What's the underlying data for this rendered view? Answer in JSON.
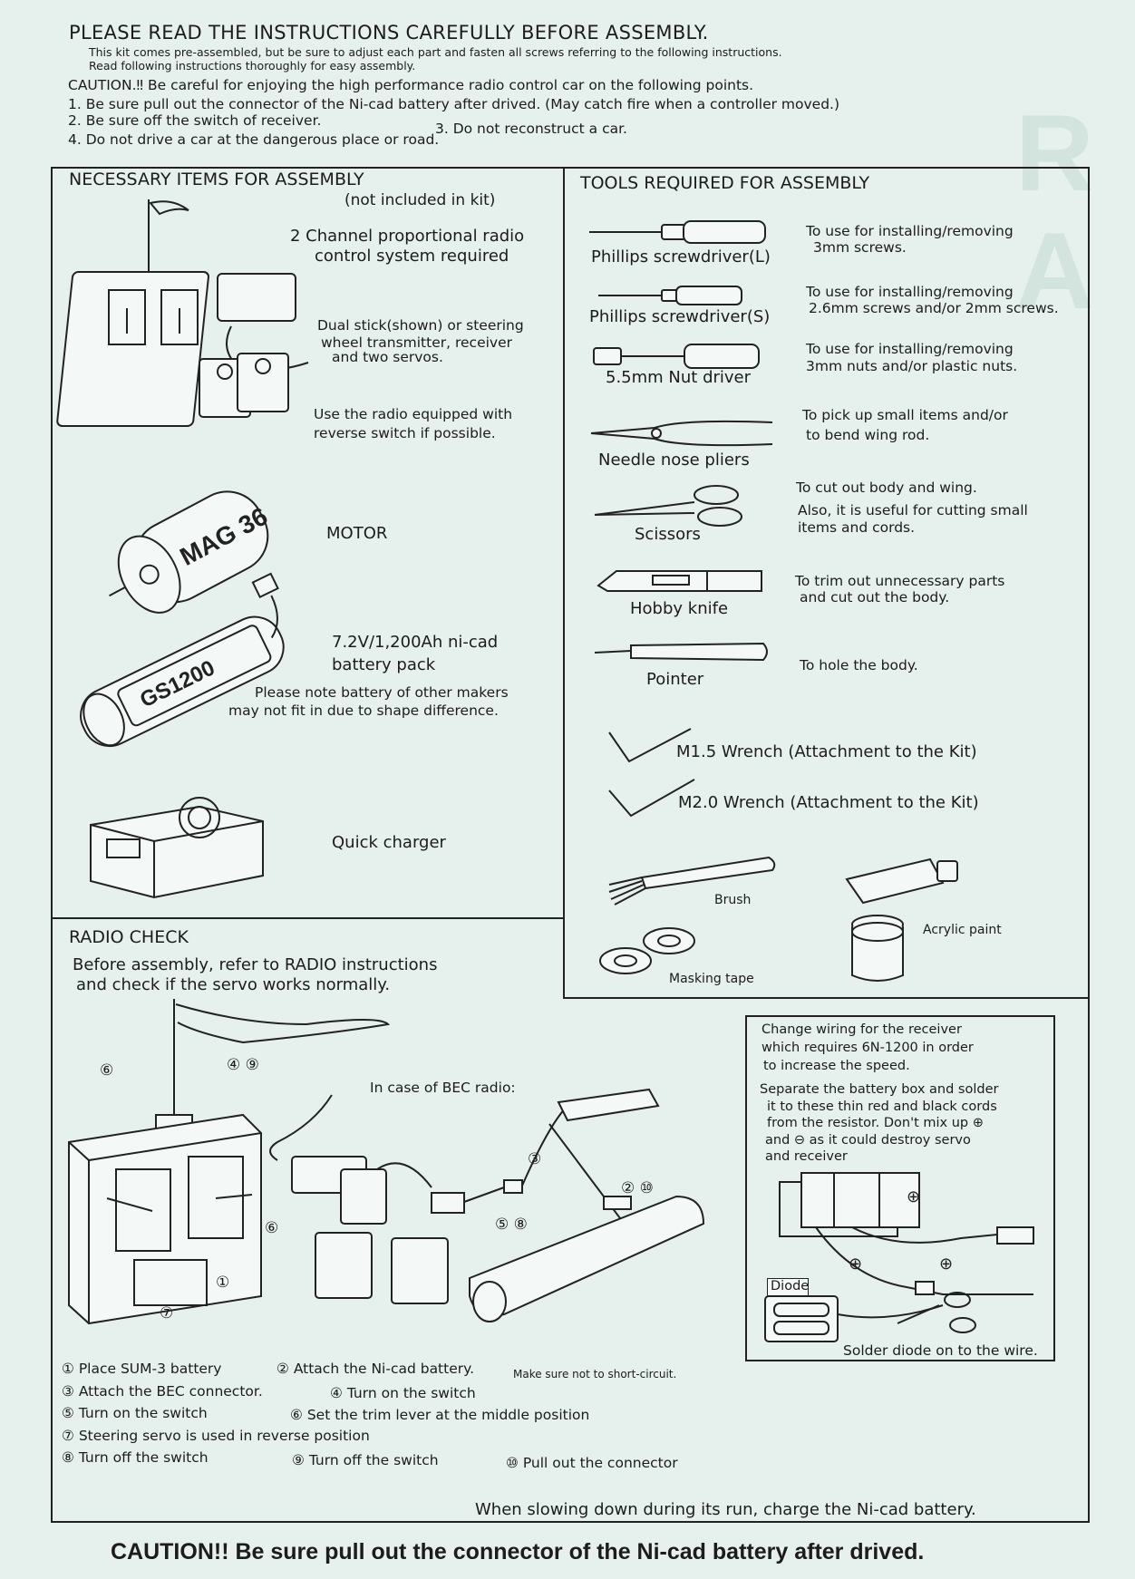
{
  "header": {
    "title": "PLEASE READ THE INSTRUCTIONS CAREFULLY BEFORE ASSEMBLY.",
    "intro_1": "This kit comes pre-assembled, but be sure to adjust each part and fasten all screws referring to the following instructions.",
    "intro_2": "Read following instructions thoroughly for easy assembly.",
    "caution": "CAUTION.‼  Be careful for enjoying the high performance radio control car on the following points.",
    "point_1": "1. Be sure pull out the connector of the Ni-cad battery after drived. (May catch fire when a controller moved.)",
    "point_2": "2. Be sure off the switch of receiver.",
    "point_3": "3. Do not reconstruct a car.",
    "point_4": "4. Do not drive a car at the dangerous place or road."
  },
  "necessary": {
    "title": "NECESSARY ITEMS FOR ASSEMBLY",
    "subtitle": "(not included in kit)",
    "radio_1": "2 Channel proportional radio",
    "radio_2": "control system required",
    "dual_1": "Dual stick(shown) or steering",
    "dual_2": "wheel transmitter, receiver",
    "dual_3": "and two servos.",
    "reverse_1": "Use the radio equipped with",
    "reverse_2": "reverse switch if possible.",
    "motor": "MOTOR",
    "battery_1": "7.2V/1,200Ah ni-cad",
    "battery_2": "battery pack",
    "note_1": "Please note battery of other makers",
    "note_2": "may not fit in due to shape difference.",
    "charger": "Quick charger",
    "motor_logo": "MAG 36",
    "battery_logo": "GS1200"
  },
  "tools": {
    "title": "TOOLS REQUIRED FOR ASSEMBLY",
    "items": [
      {
        "name": "Phillips screwdriver(L)",
        "desc_1": "To use for installing/removing",
        "desc_2": "3mm screws."
      },
      {
        "name": "Phillips screwdriver(S)",
        "desc_1": "To use for installing/removing",
        "desc_2": "2.6mm screws and/or 2mm screws."
      },
      {
        "name": "5.5mm Nut driver",
        "desc_1": "To use for installing/removing",
        "desc_2": "3mm nuts and/or plastic nuts."
      },
      {
        "name": "Needle nose pliers",
        "desc_1": "To pick up small items and/or",
        "desc_2": "to bend wing rod."
      },
      {
        "name": "Scissors",
        "desc_1": "To cut out body and wing.",
        "desc_2": "Also, it is useful for cutting small",
        "desc_3": "items and cords."
      },
      {
        "name": "Hobby knife",
        "desc_1": "To trim out unnecessary parts",
        "desc_2": "and cut out the body."
      },
      {
        "name": "Pointer",
        "desc_1": "To hole the body."
      }
    ],
    "wrench_1": "M1.5 Wrench (Attachment to the Kit)",
    "wrench_2": "M2.0 Wrench (Attachment to the Kit)",
    "brush": "Brush",
    "paint": "Acrylic paint",
    "tape": "Masking tape"
  },
  "radio_check": {
    "title": "RADIO CHECK",
    "desc_1": "Before assembly, refer to RADIO instructions",
    "desc_2": "and check if the servo works normally.",
    "bec": "In case of BEC radio:",
    "callouts": {
      "c6a": "⑥",
      "c49": "④ ⑨",
      "c6b": "⑥",
      "c1": "①",
      "c7": "⑦",
      "c3": "③",
      "c210": "② ⑩",
      "c58": "⑤ ⑧"
    },
    "steps": {
      "s1": "① Place SUM-3 battery",
      "s2": "② Attach the Ni-cad battery.",
      "s2_note": "Make sure not to short-circuit.",
      "s3": "③ Attach the BEC connector.",
      "s4": "④ Turn on the switch",
      "s5": "⑤ Turn on the switch",
      "s6": "⑥ Set the trim lever at the middle position",
      "s7": "⑦  Steering servo is used in reverse position",
      "s8": "⑧ Turn off the switch",
      "s9": "⑨ Turn off the switch",
      "s10": "⑩ Pull out the connector"
    },
    "slow": "When slowing down during its run, charge the Ni-cad battery."
  },
  "wiring": {
    "l1": "Change wiring for the receiver",
    "l2": "which requires 6N-1200 in order",
    "l3": "to increase the speed.",
    "l4": "Separate the battery box and solder",
    "l5": "it to these thin red and black cords",
    "l6": "from the resistor. Don't mix up ⊕",
    "l7": "and ⊖ as it could destroy servo",
    "l8": "and receiver",
    "diode": "Diode",
    "solder": "Solder diode on to the wire."
  },
  "footer": {
    "caution": "CAUTION!! Be sure pull out the connector of the Ni-cad battery after drived."
  }
}
